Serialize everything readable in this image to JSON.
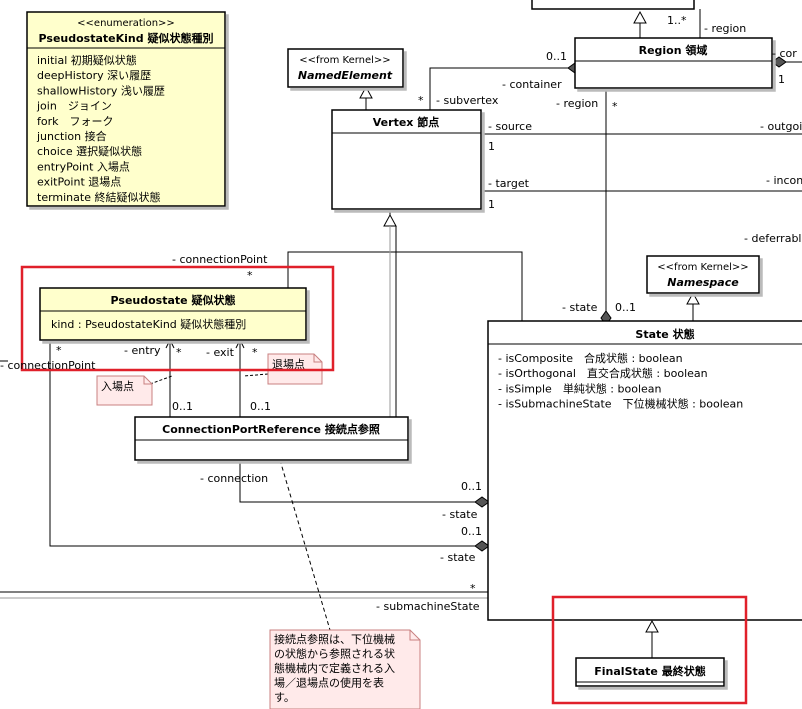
{
  "enumeration": {
    "stereotype": "<<enumeration>>",
    "name": "PseudostateKind 疑似状態種別",
    "literals": [
      "initial 初期疑似状態",
      "deepHistory 深い履歴",
      "shallowHistory 浅い履歴",
      "join　ジョイン",
      "fork　フォーク",
      "junction 接合",
      "choice 選択疑似状態",
      "entryPoint 入場点",
      "exitPoint 退場点",
      "terminate 終結疑似状態"
    ]
  },
  "classes": {
    "named_element": {
      "stereotype": "<<from Kernel>>",
      "name": "NamedElement"
    },
    "namespace": {
      "stereotype": "<<from Kernel>>",
      "name": "Namespace"
    },
    "vertex": {
      "name": "Vertex 節点"
    },
    "region": {
      "name": "Region 領域"
    },
    "pseudostate": {
      "name": "Pseudostate 疑似状態",
      "attribute": "kind : PseudostateKind 疑似状態種別"
    },
    "connection_point_reference": {
      "name": "ConnectionPortReference 接続点参照"
    },
    "state": {
      "name": "State 状態",
      "attributes": [
        "- isComposite　合成状態 : boolean",
        "- isOrthogonal　直交合成状態 : boolean",
        "- isSimple　単純状態 : boolean",
        "- isSubmachineState　下位機械状態 : boolean"
      ]
    },
    "final_state": {
      "name": "FinalState 最終状態"
    }
  },
  "labels": {
    "top_region": "- region",
    "top_mult": "1..*",
    "region_left_mult": "0..1",
    "container": "- container",
    "region_right_mult": "1",
    "region_right_cut": "- cor",
    "subvertex_star": "*",
    "subvertex": "- subvertex",
    "region_role": "- region",
    "region_star": "*",
    "source": "- source",
    "outgoing_cut": "- outgoi",
    "source_mult": "1",
    "target": "- target",
    "incoming_cut": "- incon",
    "target_mult": "1",
    "deferrable_cut": "- deferrabl",
    "connection_point_top": "- connectionPoint",
    "connection_point_top_star": "*",
    "state_role": "- state",
    "state_mult": "0..1",
    "left_star": "*",
    "connection_point_left": "- connectionPoint",
    "entry": "- entry",
    "entry_star": "*",
    "exit": "- exit",
    "exit_star": "*",
    "entry_mult": "0..1",
    "exit_mult": "0..1",
    "connection": "- connection",
    "state_a_mult": "0..1",
    "state_a": "- state",
    "state_b_mult": "0..1",
    "state_b": "- state",
    "submachine_star": "*",
    "submachine_state": "- submachineState"
  },
  "notes": {
    "entry_note": "入場点",
    "exit_note": "退場点",
    "cpr_note_lines": [
      "接続点参照は、下位機械",
      "の状態から参照される状",
      "態機械内で定義される入",
      "場／退場点の使用を表",
      "す。"
    ]
  },
  "colors": {
    "class_fill": "#fffef0",
    "highlight_fill": "#ffffcc",
    "note_fill": "#ffeaea",
    "note_border": "#c88080",
    "red_frame": "#e0202a",
    "line": "#000000",
    "gray_line": "#9a9a9a"
  }
}
